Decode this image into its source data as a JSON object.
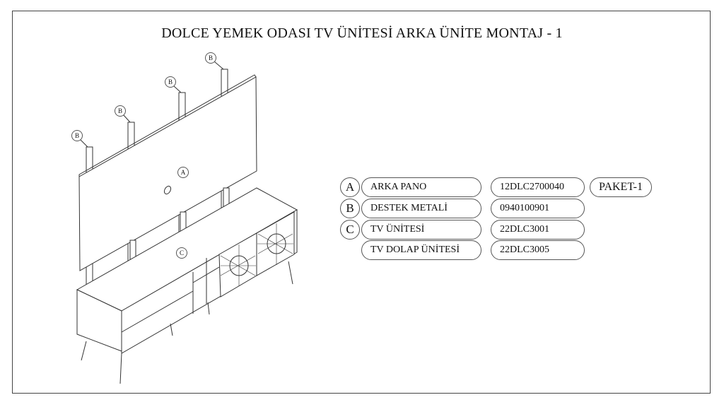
{
  "title": "DOLCE YEMEK ODASI TV ÜNİTESİ ARKA ÜNİTE MONTAJ - 1",
  "diagram_labels": {
    "a": "A",
    "b": "B",
    "c": "C"
  },
  "parts": [
    {
      "letter": "A",
      "name": "ARKA PANO",
      "code": "12DLC2700040"
    },
    {
      "letter": "B",
      "name": "DESTEK METALİ",
      "code": "0940100901"
    },
    {
      "letter": "C",
      "name": "TV ÜNİTESİ",
      "code": "22DLC3001"
    },
    {
      "letter": "",
      "name": "TV DOLAP ÜNİTESİ",
      "code": "22DLC3005"
    }
  ],
  "package": "PAKET-1"
}
